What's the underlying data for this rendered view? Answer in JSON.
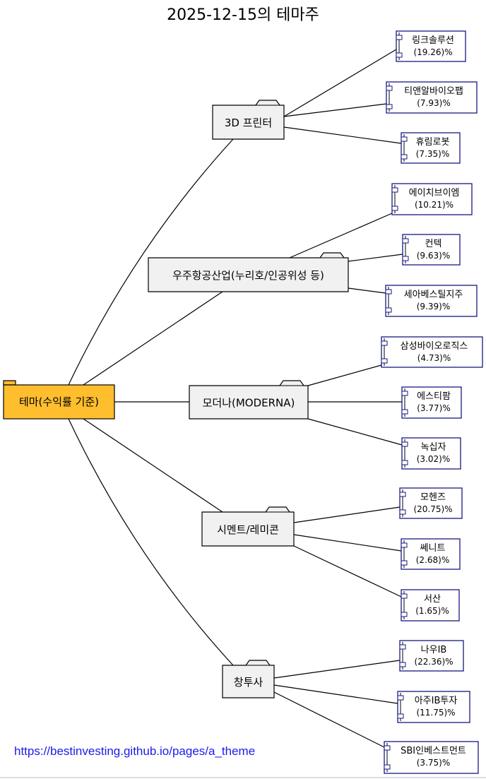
{
  "title": "2025-12-15의 테마주",
  "root": {
    "label": "테마(수익률 기준)"
  },
  "themes": [
    {
      "label": "3D 프린터",
      "stocks": [
        {
          "name": "링크솔루션",
          "value": "(19.26)%"
        },
        {
          "name": "티앤알바이오팹",
          "value": "(7.93)%"
        },
        {
          "name": "휴림로봇",
          "value": "(7.35)%"
        }
      ]
    },
    {
      "label": "우주항공산업(누리호/인공위성 등)",
      "stocks": [
        {
          "name": "에이치브이엠",
          "value": "(10.21)%"
        },
        {
          "name": "컨텍",
          "value": "(9.63)%"
        },
        {
          "name": "세아베스틸지주",
          "value": "(9.39)%"
        }
      ]
    },
    {
      "label": "모더나(MODERNA)",
      "stocks": [
        {
          "name": "삼성바이오로직스",
          "value": "(4.73)%"
        },
        {
          "name": "에스티팜",
          "value": "(3.77)%"
        },
        {
          "name": "녹십자",
          "value": "(3.02)%"
        }
      ]
    },
    {
      "label": "시멘트/레미콘",
      "stocks": [
        {
          "name": "모헨즈",
          "value": "(20.75)%"
        },
        {
          "name": "쎄니트",
          "value": "(2.68)%"
        },
        {
          "name": "서산",
          "value": "(1.65)%"
        }
      ]
    },
    {
      "label": "창투사",
      "stocks": [
        {
          "name": "나우IB",
          "value": "(22.36)%"
        },
        {
          "name": "아주IB투자",
          "value": "(11.75)%"
        },
        {
          "name": "SBI인베스트먼트",
          "value": "(3.75)%"
        }
      ]
    }
  ],
  "footer": {
    "link_text": "https://bestinvesting.github.io/pages/a_theme"
  },
  "colors": {
    "root_fill": "#FFBE2D",
    "folder_fill": "#F1F1F1",
    "component_border": "#181883",
    "link": "#1a1aee"
  }
}
